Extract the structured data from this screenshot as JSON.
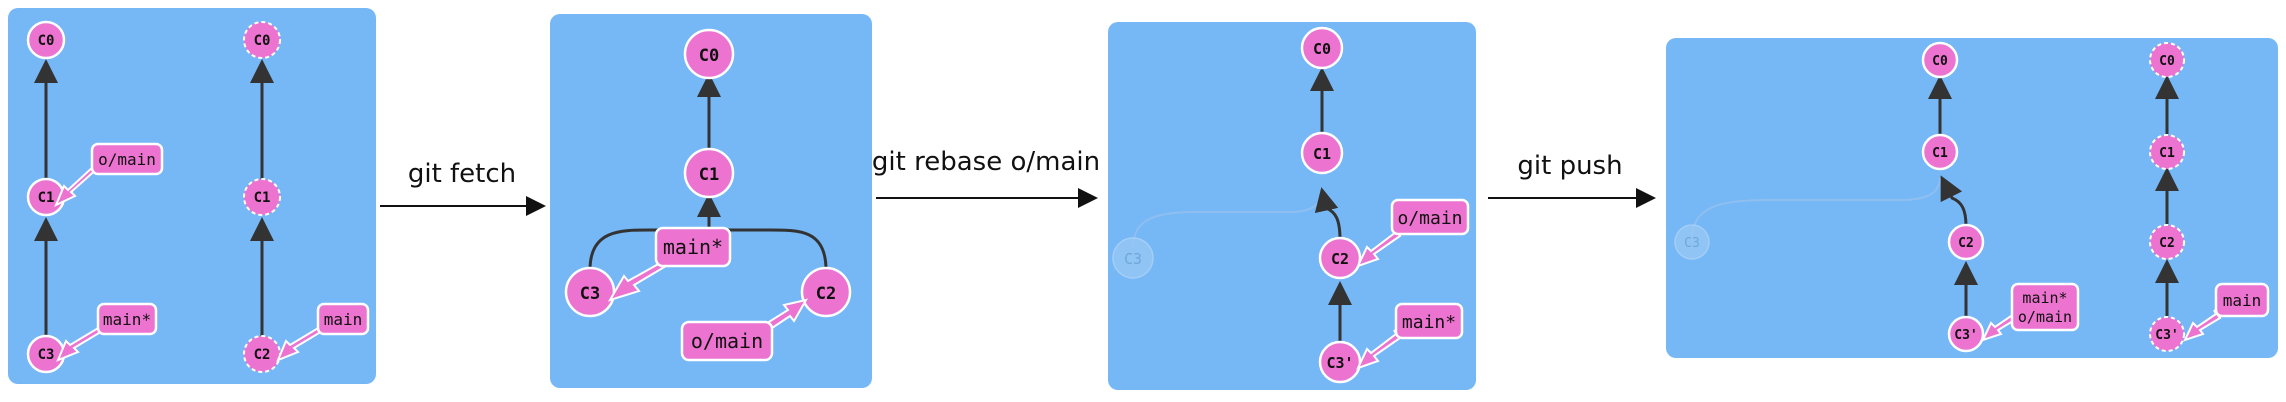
{
  "colors": {
    "panel": "#76b7f5",
    "commit": "#ec73cf",
    "commit_stroke": "#ffffff",
    "edge": "#333333",
    "ghost": "#9ccaf5",
    "ref": "#ec73cf",
    "arrow": "#111111"
  },
  "steps": [
    {
      "label": "git fetch"
    },
    {
      "label": "git rebase o/main"
    },
    {
      "label": "git push"
    }
  ],
  "panels": [
    {
      "local": {
        "commits": [
          "C0",
          "C1",
          "C3"
        ],
        "refs": [
          {
            "text": "o/main",
            "target": "C1"
          },
          {
            "text": "main*",
            "target": "C3"
          }
        ]
      },
      "remote": {
        "commits": [
          "C0",
          "C1",
          "C2"
        ],
        "refs": [
          {
            "text": "main",
            "target": "C2"
          }
        ]
      }
    },
    {
      "local": {
        "commits": [
          "C0",
          "C1",
          "C3",
          "C2"
        ],
        "refs": [
          {
            "text": "main*",
            "target": "C3"
          },
          {
            "text": "o/main",
            "target": "C2"
          }
        ]
      }
    },
    {
      "local": {
        "commits": [
          "C0",
          "C1",
          "C3",
          "C2",
          "C3'"
        ],
        "refs": [
          {
            "text": "o/main",
            "target": "C2"
          },
          {
            "text": "main*",
            "target": "C3'"
          }
        ]
      }
    },
    {
      "local": {
        "commits": [
          "C0",
          "C1",
          "C3",
          "C2",
          "C3'"
        ],
        "refs": [
          {
            "text": "main*",
            "target": "C3'"
          },
          {
            "text": "o/main",
            "target": "C3'"
          }
        ]
      },
      "remote": {
        "commits": [
          "C0",
          "C1",
          "C2",
          "C3'"
        ],
        "refs": [
          {
            "text": "main",
            "target": "C3'"
          }
        ]
      }
    }
  ]
}
